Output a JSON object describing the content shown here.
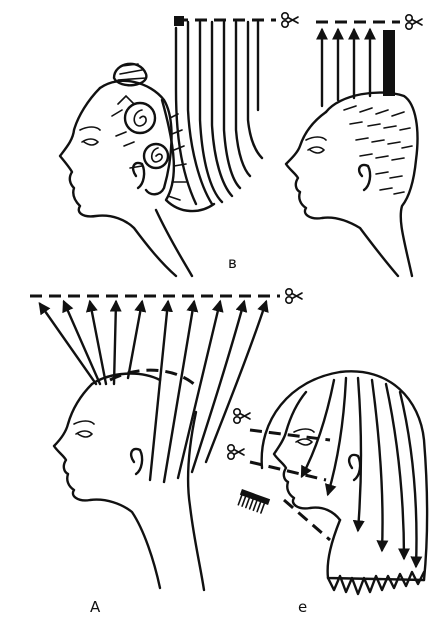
{
  "panels": {
    "top_left": {
      "label": "в"
    },
    "top_right": {
      "label": ""
    },
    "bottom_left": {
      "label": "А"
    },
    "bottom_right": {
      "label": "е"
    }
  },
  "icons": [
    "scissors-icon",
    "comb-icon",
    "arrow-icon"
  ],
  "colors": {
    "ink": "#111111",
    "paper": "#ffffff"
  }
}
